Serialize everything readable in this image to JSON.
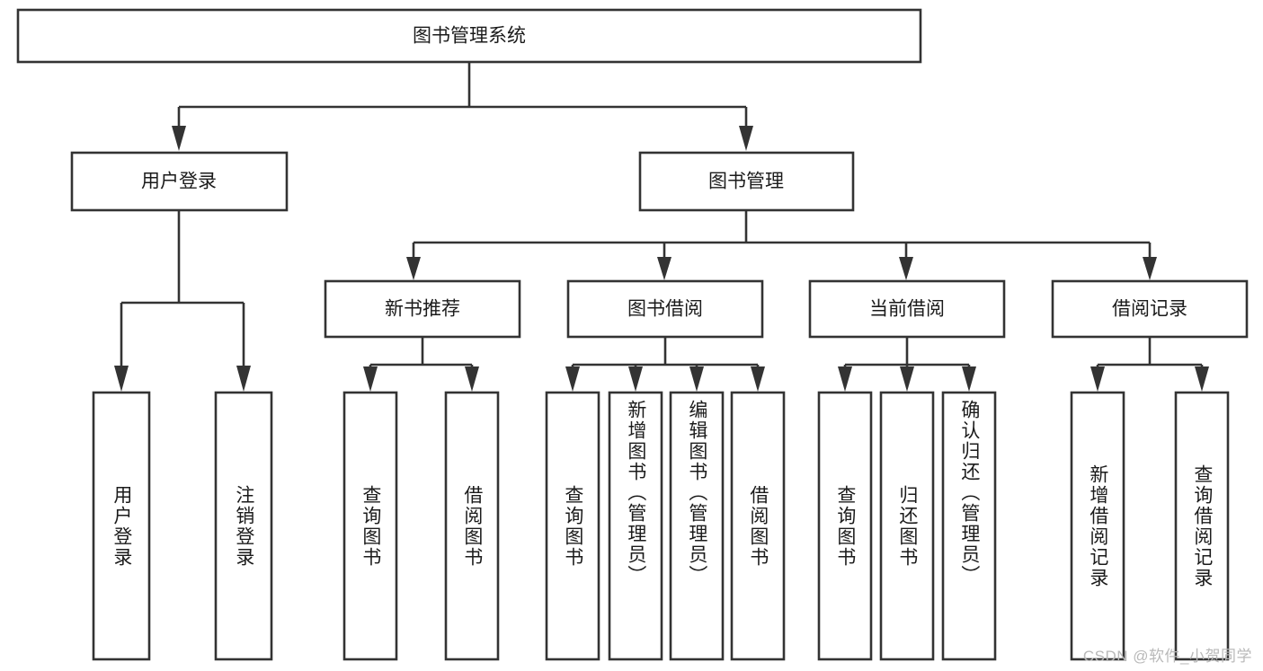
{
  "diagram": {
    "type": "tree-hierarchy",
    "title": "图书管理系统",
    "root": {
      "label": "图书管理系统"
    },
    "level1": [
      {
        "label": "用户登录"
      },
      {
        "label": "图书管理"
      }
    ],
    "level2": [
      {
        "label": "新书推荐",
        "parent": "图书管理"
      },
      {
        "label": "图书借阅",
        "parent": "图书管理"
      },
      {
        "label": "当前借阅",
        "parent": "图书管理"
      },
      {
        "label": "借阅记录",
        "parent": "图书管理"
      }
    ],
    "leaves": {
      "user_login": [
        {
          "label": "用户登录"
        },
        {
          "label": "注销登录"
        }
      ],
      "new_book_recommend": [
        {
          "label": "查询图书"
        },
        {
          "label": "借阅图书"
        }
      ],
      "book_borrow": [
        {
          "label": "查询图书"
        },
        {
          "label": "新增图书（管理员）"
        },
        {
          "label": "编辑图书（管理员）"
        },
        {
          "label": "借阅图书"
        }
      ],
      "current_borrow": [
        {
          "label": "查询图书"
        },
        {
          "label": "归还图书"
        },
        {
          "label": "确认归还（管理员）"
        }
      ],
      "borrow_record": [
        {
          "label": "新增借阅记录"
        },
        {
          "label": "查询借阅记录"
        }
      ]
    }
  },
  "watermark": {
    "text": "CSDN @软件_小贺同学"
  },
  "colors": {
    "box_stroke": "#333333",
    "box_fill": "#ffffff",
    "text": "#1b1b1b",
    "watermark": "#b9b9b9",
    "background": "#ffffff"
  }
}
